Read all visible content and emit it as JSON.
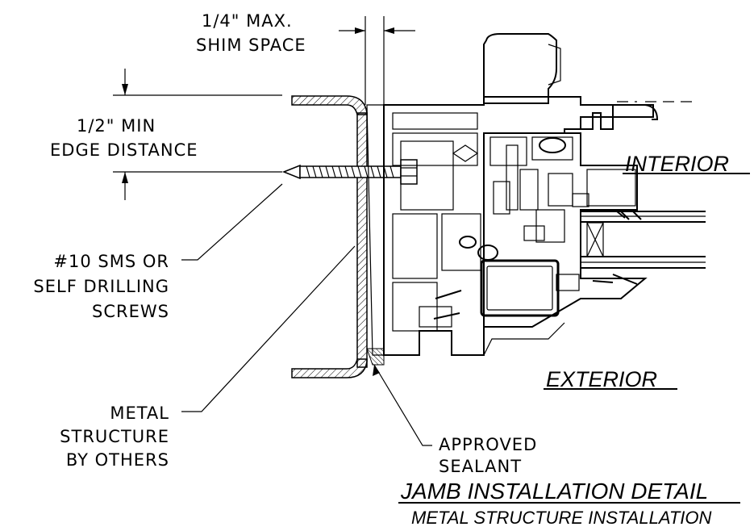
{
  "labels": {
    "shim_line1": "1/4\" MAX.",
    "shim_line2": "SHIM SPACE",
    "edge_line1": "1/2\" MIN",
    "edge_line2": "EDGE DISTANCE",
    "screw_line1": "#10 SMS OR",
    "screw_line2": "SELF DRILLING",
    "screw_line3": "SCREWS",
    "metal_line1": "METAL",
    "metal_line2": "STRUCTURE",
    "metal_line3": "BY OTHERS",
    "sealant_line1": "APPROVED",
    "sealant_line2": "SEALANT",
    "interior": "INTERIOR",
    "exterior": "EXTERIOR"
  },
  "title": {
    "main": "JAMB INSTALLATION DETAIL",
    "sub": "METAL STRUCTURE INSTALLATION"
  }
}
